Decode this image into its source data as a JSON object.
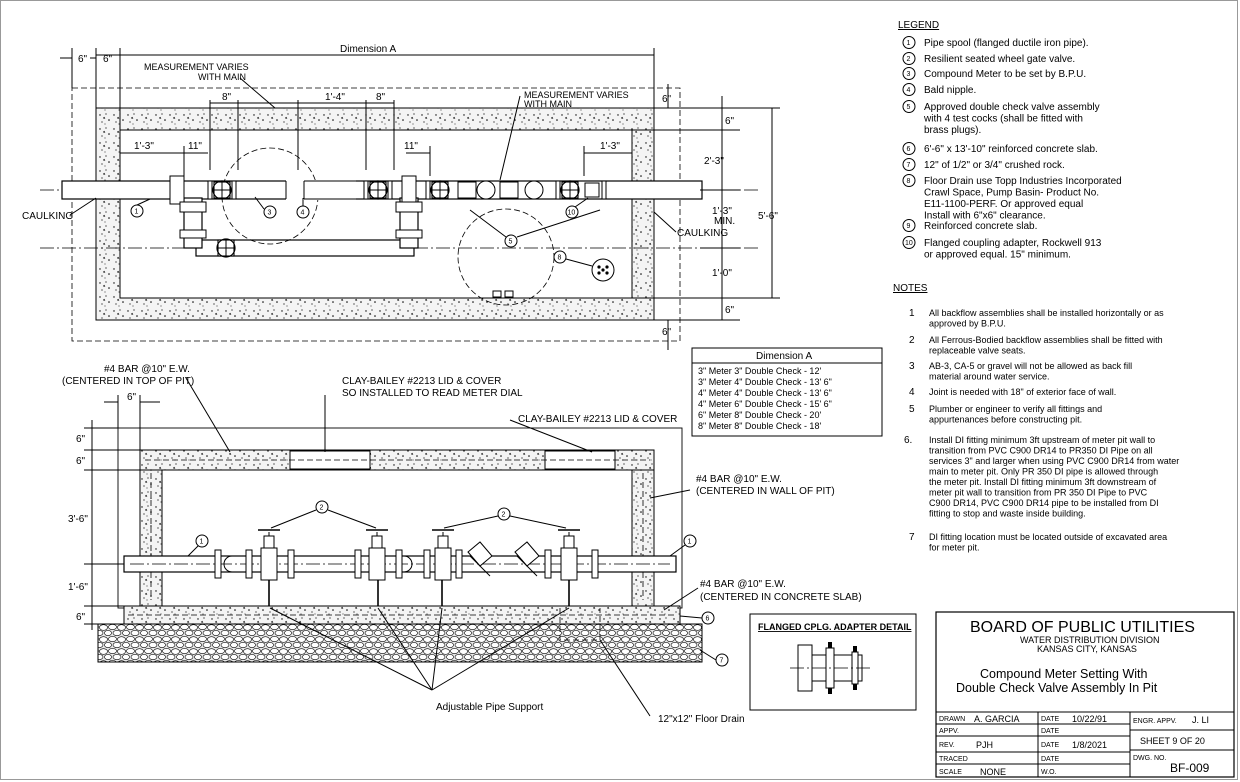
{
  "legend": {
    "title": "LEGEND",
    "items": [
      {
        "num": "1",
        "lines": [
          "Pipe spool (flanged ductile iron pipe)."
        ]
      },
      {
        "num": "2",
        "lines": [
          "Resilient seated wheel gate valve."
        ]
      },
      {
        "num": "3",
        "lines": [
          "Compound Meter to be set by B.P.U."
        ]
      },
      {
        "num": "4",
        "lines": [
          "Bald nipple."
        ]
      },
      {
        "num": "5",
        "lines": [
          "Approved double check valve assembly",
          "with 4 test cocks (shall be fitted with",
          "brass plugs)."
        ]
      },
      {
        "num": "6",
        "lines": [
          "6'-6\" x 13'-10\" reinforced concrete slab."
        ]
      },
      {
        "num": "7",
        "lines": [
          "12\" of 1/2\" or 3/4\" crushed rock."
        ]
      },
      {
        "num": "8",
        "lines": [
          "Floor Drain use Topp Industries Incorporated",
          "Crawl Space, Pump Basin- Product No.",
          "E11-1100-PERF. Or  approved equal",
          "Install with 6\"x6\" clearance."
        ]
      },
      {
        "num": "9",
        "lines": [
          "Reinforced concrete slab."
        ]
      },
      {
        "num": "10",
        "lines": [
          "Flanged coupling adapter,  Rockwell 913",
          "or approved equal. 15\" minimum."
        ]
      }
    ]
  },
  "notes": {
    "title": "NOTES",
    "items": [
      {
        "num": "1",
        "lines": [
          "All backflow assemblies shall be installed horizontally or as",
          "approved by B.P.U."
        ]
      },
      {
        "num": "2",
        "lines": [
          "All Ferrous-Bodied backflow assemblies shall be fitted with",
          "replaceable valve seats."
        ]
      },
      {
        "num": "3",
        "lines": [
          "AB-3, CA-5 or gravel will not be allowed as back fill",
          "material around water service."
        ]
      },
      {
        "num": "4",
        "lines": [
          "Joint is needed with 18\" of exterior face of wall."
        ]
      },
      {
        "num": "5",
        "lines": [
          "Plumber or engineer to verify all fittings and",
          "appurtenances before constructing pit."
        ]
      },
      {
        "num": "6.",
        "lines": [
          "Install DI fitting minimum 3ft upstream of meter pit wall to",
          "transition from PVC C900 DR14 to PR350 DI Pipe on all",
          "services 3\" and larger when using PVC C900 DR14 from water",
          "main to meter pit. Only PR 350 DI pipe is allowed through",
          "the meter pit. Install DI fitting minimum 3ft downstream of",
          "meter pit wall to transition from PR 350 DI Pipe to PVC",
          "C900 DR14, PVC C900 DR14 pipe to be installed from DI",
          "fitting to stop and waste inside building."
        ]
      },
      {
        "num": "7",
        "lines": [
          "DI fitting location must be located outside of excavated area",
          "for meter pit."
        ]
      }
    ]
  },
  "dimension_table": {
    "title": "Dimension A",
    "rows": [
      "3\" Meter 3\" Double Check - 12'",
      "3\" Meter 4\" Double Check - 13' 6\"",
      "4\" Meter 4\" Double Check - 13' 6\"",
      "4\" Meter 6\" Double Check - 15' 6\"",
      "6\" Meter 8\" Double Check - 20'",
      "8\" Meter 8\" Double Check - 18'"
    ]
  },
  "plan_view": {
    "dimension_a": "Dimension A",
    "meas_varies_1": [
      "MEASUREMENT VARIES",
      "WITH MAIN"
    ],
    "meas_varies_2": [
      "MEASUREMENT VARIES",
      "WITH MAIN"
    ],
    "caulking_left": "CAULKING",
    "caulking_right": "CAULKING",
    "dims_top": [
      "6\"",
      "6\"",
      "8\"",
      "1'-4\"",
      "8\"",
      "6\""
    ],
    "dims_inner": [
      "1'-3\"",
      "11\"",
      "11\"",
      "1'-3\""
    ],
    "dims_right": [
      "6\"",
      "2'-3\"",
      "1'-3\"",
      "MIN.",
      "5'-6\"",
      "1'-0\"",
      "6\"",
      "6\""
    ]
  },
  "section_view": {
    "bar_top": [
      "#4 BAR @10\" E.W.",
      "(CENTERED IN TOP OF PIT)"
    ],
    "lid1": [
      "CLAY-BAILEY #2213 LID & COVER",
      "SO INSTALLED TO READ METER DIAL"
    ],
    "lid2": "CLAY-BAILEY #2213 LID & COVER",
    "bar_wall": [
      "#4 BAR @10\" E.W.",
      "(CENTERED IN WALL OF PIT)"
    ],
    "bar_slab": [
      "#4 BAR @10\" E.W.",
      "(CENTERED IN CONCRETE SLAB)"
    ],
    "dims_left": [
      "6\"",
      "6\"",
      "3'-6\"",
      "1'-6\"",
      "6\""
    ],
    "dim_top": "6\"",
    "pipe_support": "Adjustable Pipe Support",
    "floor_drain": "12\"x12\" Floor Drain"
  },
  "detail": {
    "title": "FLANGED CPLG. ADAPTER DETAIL"
  },
  "title_block": {
    "org": "BOARD OF PUBLIC UTILITIES",
    "division": "WATER DISTRIBUTION DIVISION",
    "city": "KANSAS CITY, KANSAS",
    "title_line1": "Compound Meter Setting With",
    "title_line2": "Double Check Valve Assembly In Pit",
    "drawn_label": "DRAWN",
    "drawn_value": "A. GARCIA",
    "appv_label": "APPV.",
    "rev_label": "REV.",
    "rev_value": "PJH",
    "traced_label": "TRACED",
    "scale_label": "SCALE",
    "scale_value": "NONE",
    "date_label": "DATE",
    "date1": "10/22/91",
    "date3": "1/8/2021",
    "wo_label": "W.O.",
    "engr_label": "ENGR. APPV.",
    "engr_value": "J. LI",
    "sheet": "SHEET 9 OF 20",
    "dwg_label": "DWG. NO.",
    "dwg_value": "BF-009"
  }
}
